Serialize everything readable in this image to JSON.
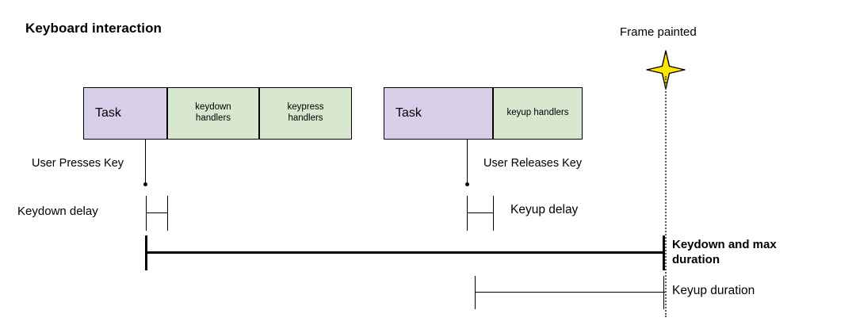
{
  "diagram": {
    "title": "Keyboard interaction",
    "frame": {
      "label": "Frame painted",
      "marker_icon": "four-pointed-star-icon",
      "marker_color": "#FFE600",
      "line_style": "dotted"
    },
    "task_groups": [
      {
        "name": "keydown-task-group",
        "segments": [
          {
            "label": "Task",
            "kind": "task",
            "color": "#d9cfe8"
          },
          {
            "label": "keydown\nhandlers",
            "line1": "keydown",
            "line2": "handlers",
            "kind": "handler",
            "color": "#d7e8cf"
          },
          {
            "label": "keypress\nhandlers",
            "line1": "keypress",
            "line2": "handlers",
            "kind": "handler",
            "color": "#d7e8cf"
          }
        ]
      },
      {
        "name": "keyup-task-group",
        "segments": [
          {
            "label": "Task",
            "kind": "task",
            "color": "#d9cfe8"
          },
          {
            "label": "keyup handlers",
            "line1": "keyup handlers",
            "line2": "",
            "kind": "handler",
            "color": "#d7e8cf"
          }
        ]
      }
    ],
    "events": [
      {
        "name": "key-press-event",
        "label": "User Presses Key"
      },
      {
        "name": "key-release-event",
        "label": "User Releases Key"
      }
    ],
    "measurements": [
      {
        "name": "keydown-delay",
        "label": "Keydown delay",
        "emphasis": "normal"
      },
      {
        "name": "keyup-delay",
        "label": "Keyup delay",
        "emphasis": "normal"
      },
      {
        "name": "keydown-max-duration",
        "label_line1": "Keydown and max",
        "label_line2": "duration",
        "emphasis": "bold"
      },
      {
        "name": "keyup-duration",
        "label": "Keyup duration",
        "emphasis": "normal"
      }
    ],
    "colors": {
      "task_fill": "#d9cfe8",
      "handler_fill": "#d7e8cf",
      "stroke": "#000000",
      "star_fill": "#FFE600",
      "frame_line": "#555555"
    }
  }
}
